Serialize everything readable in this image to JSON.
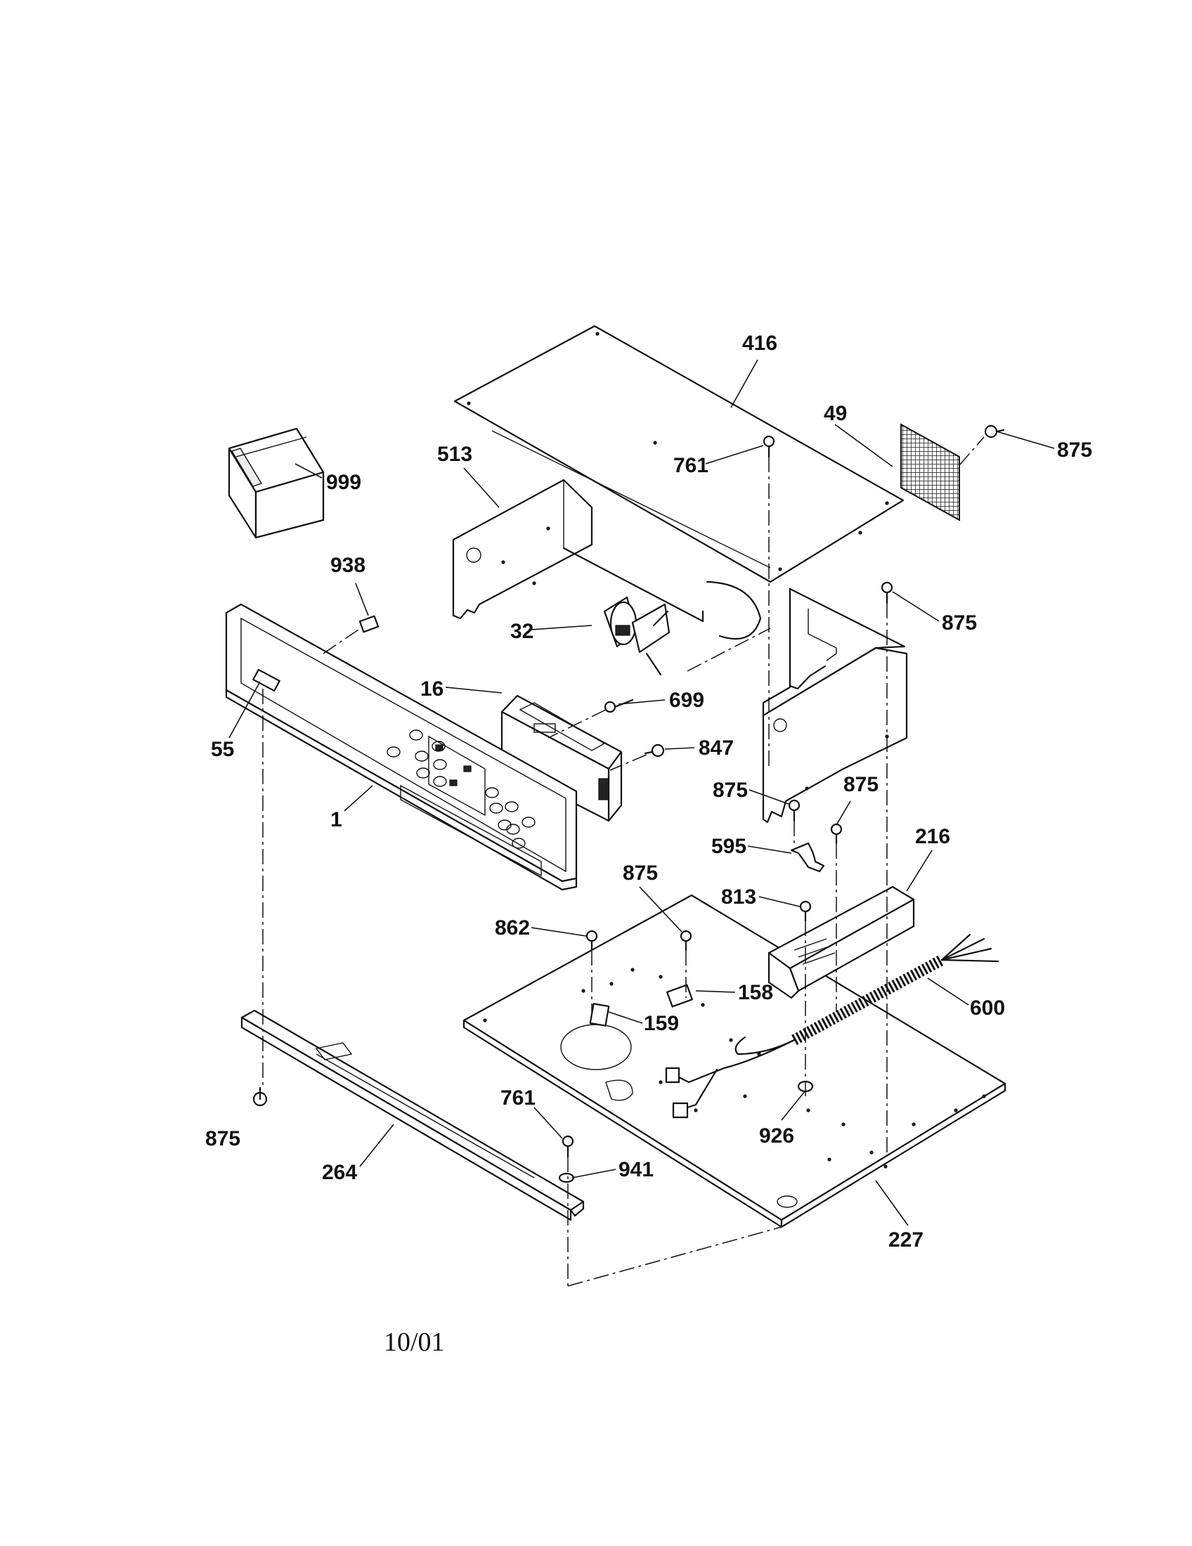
{
  "diagram": {
    "callouts": [
      {
        "id": "416",
        "label": "416"
      },
      {
        "id": "49",
        "label": "49"
      },
      {
        "id": "875a",
        "label": "875"
      },
      {
        "id": "513",
        "label": "513"
      },
      {
        "id": "761a",
        "label": "761"
      },
      {
        "id": "999",
        "label": "999"
      },
      {
        "id": "938",
        "label": "938"
      },
      {
        "id": "875b",
        "label": "875"
      },
      {
        "id": "32",
        "label": "32"
      },
      {
        "id": "16",
        "label": "16"
      },
      {
        "id": "699",
        "label": "699"
      },
      {
        "id": "55",
        "label": "55"
      },
      {
        "id": "847",
        "label": "847"
      },
      {
        "id": "875c",
        "label": "875"
      },
      {
        "id": "875d",
        "label": "875"
      },
      {
        "id": "1",
        "label": "1"
      },
      {
        "id": "216",
        "label": "216"
      },
      {
        "id": "595",
        "label": "595"
      },
      {
        "id": "875e",
        "label": "875"
      },
      {
        "id": "813",
        "label": "813"
      },
      {
        "id": "862",
        "label": "862"
      },
      {
        "id": "158",
        "label": "158"
      },
      {
        "id": "600",
        "label": "600"
      },
      {
        "id": "159",
        "label": "159"
      },
      {
        "id": "761b",
        "label": "761"
      },
      {
        "id": "875f",
        "label": "875"
      },
      {
        "id": "926",
        "label": "926"
      },
      {
        "id": "941",
        "label": "941"
      },
      {
        "id": "264",
        "label": "264"
      },
      {
        "id": "227",
        "label": "227"
      }
    ],
    "date_code": "10/01"
  }
}
